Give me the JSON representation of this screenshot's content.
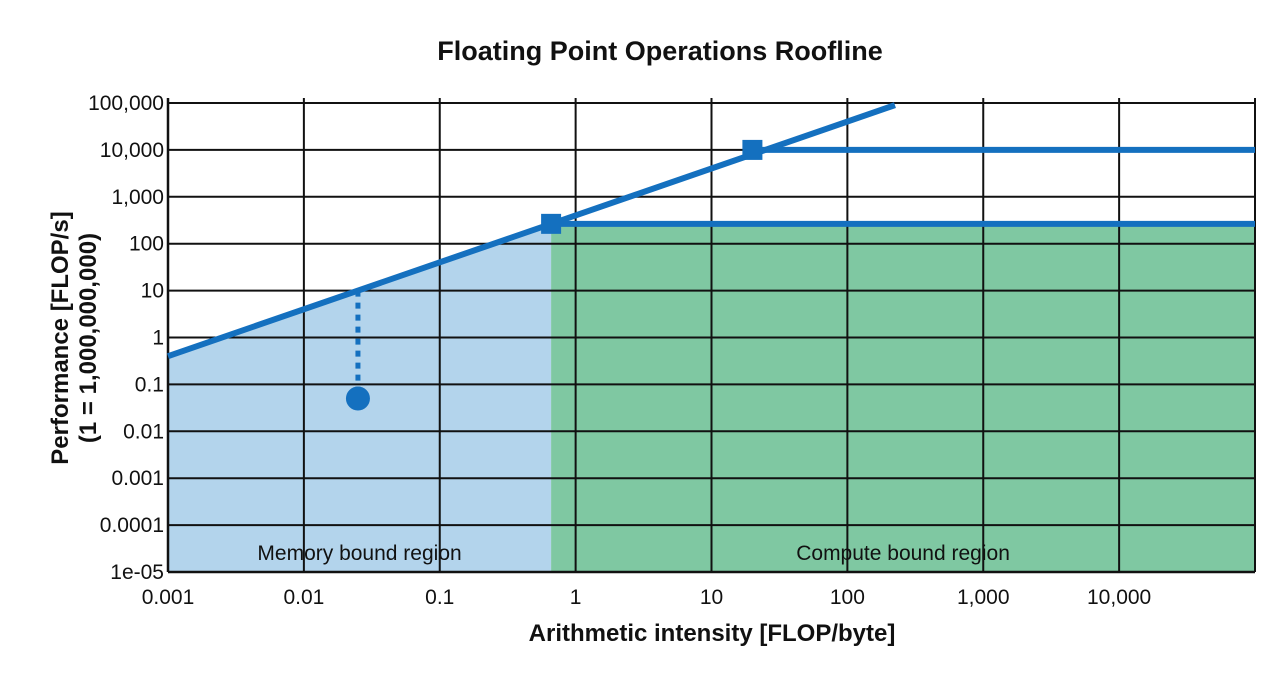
{
  "chart_data": {
    "type": "line",
    "title": "Floating Point Operations Roofline",
    "xlabel": "Arithmetic intensity [FLOP/byte]",
    "ylabel_line1": "Performance [FLOP/s]",
    "ylabel_line2": "(1 = 1,000,000,000)",
    "x_scale": "log",
    "y_scale": "log",
    "xlim": [
      0.001,
      100000
    ],
    "ylim": [
      1e-05,
      100000
    ],
    "x_ticks": [
      0.001,
      0.01,
      0.1,
      1,
      10,
      100,
      1000,
      10000
    ],
    "x_tick_labels": [
      "0.001",
      "0.01",
      "0.1",
      "1",
      "10",
      "100",
      "1,000",
      "10,000"
    ],
    "y_ticks": [
      1e-05,
      0.0001,
      0.001,
      0.01,
      0.1,
      1,
      10,
      100,
      1000,
      10000,
      100000
    ],
    "y_tick_labels": [
      "1e-05",
      "0.0001",
      "0.001",
      "0.01",
      "0.1",
      "1",
      "10",
      "100",
      "1,000",
      "10,000",
      "100,000"
    ],
    "grid": true,
    "memory_roof": {
      "x": [
        0.001,
        224
      ],
      "y": [
        0.4,
        90000
      ]
    },
    "compute_roofs": [
      {
        "x_start": 0.66,
        "y": 265
      },
      {
        "x_start": 20,
        "y": 10000
      }
    ],
    "ridge_points": [
      {
        "x": 0.66,
        "y": 265
      },
      {
        "x": 20,
        "y": 10000
      }
    ],
    "kernel_point": {
      "x": 0.025,
      "y": 0.05,
      "roof_y": 10
    },
    "regions": [
      {
        "label": "Memory bound region",
        "x_start": 0.001,
        "x_end": 0.66,
        "color": "#b3d4ec"
      },
      {
        "label": "Compute bound region",
        "x_start": 0.66,
        "x_end": 100000,
        "color": "#7fc8a2"
      }
    ],
    "line_color": "#1470bf"
  }
}
